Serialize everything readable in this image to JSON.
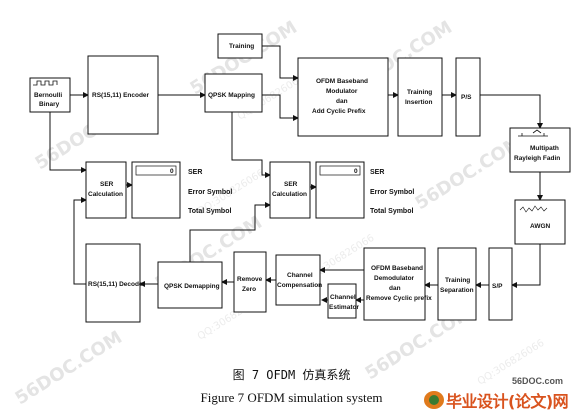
{
  "figure": {
    "caption_cn": "图 7 OFDM 仿真系统",
    "caption_en": "Figure 7 OFDM simulation system"
  },
  "blocks": {
    "bernoulli": [
      "Bernoulli",
      "Binary"
    ],
    "rs_encoder": [
      "RS(15,11) Encoder"
    ],
    "qpsk_mapping": [
      "QPSK Mapping"
    ],
    "training": [
      "Training"
    ],
    "ofdm_mod": [
      "OFDM Baseband",
      "Modulator",
      "dan",
      "Add Cyclic Prefix"
    ],
    "training_insertion": [
      "Training",
      "Insertion"
    ],
    "ps": [
      "P/S"
    ],
    "multipath": [
      "Multipath",
      "Rayleigh Fadin"
    ],
    "awgn": [
      "AWGN"
    ],
    "sp": [
      "S/P"
    ],
    "training_separation": [
      "Training",
      "Separation"
    ],
    "ofdm_demod": [
      "OFDM Baseband",
      "Demodulator",
      "dan",
      "Remove Cyclic prefix"
    ],
    "channel_estimator": [
      "Channel",
      "Estimator"
    ],
    "channel_comp": [
      "Channel",
      "Compensation"
    ],
    "remove_zero": [
      "Remove",
      "Zero"
    ],
    "qpsk_demapping": [
      "QPSK Demapping"
    ],
    "rs_decoder": [
      "RS(15,11) Decoder"
    ],
    "ser_calc_1": [
      "SER",
      "Calculation"
    ],
    "ser_calc_2": [
      "SER",
      "Calculation"
    ]
  },
  "displays": {
    "display_1": {
      "value": "0",
      "labels": [
        "SER",
        "Error Symbol",
        "Total Symbol"
      ]
    },
    "display_2": {
      "value": "0",
      "labels": [
        "SER",
        "Error Symbol",
        "Total Symbol"
      ]
    }
  },
  "watermarks": {
    "site": "56DOC.COM",
    "qq": "QQ:306826066"
  },
  "logo": {
    "site": "56DOC.com",
    "text": "毕业设计(论文)网"
  }
}
